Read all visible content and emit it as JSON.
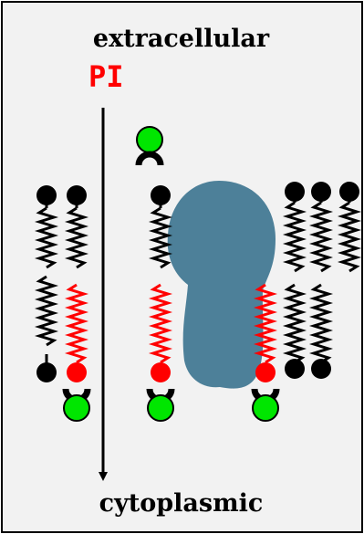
{
  "labels": {
    "top": "extracellular",
    "bottom": "cytoplasmic",
    "pi": "PI"
  },
  "colors": {
    "background": "#f2f2f2",
    "border": "#000000",
    "pi_text": "#ff0000",
    "protein": "#4d8099",
    "pi_lipid": "#ff0000",
    "lipid": "#000000",
    "ligand": "#00e600"
  }
}
